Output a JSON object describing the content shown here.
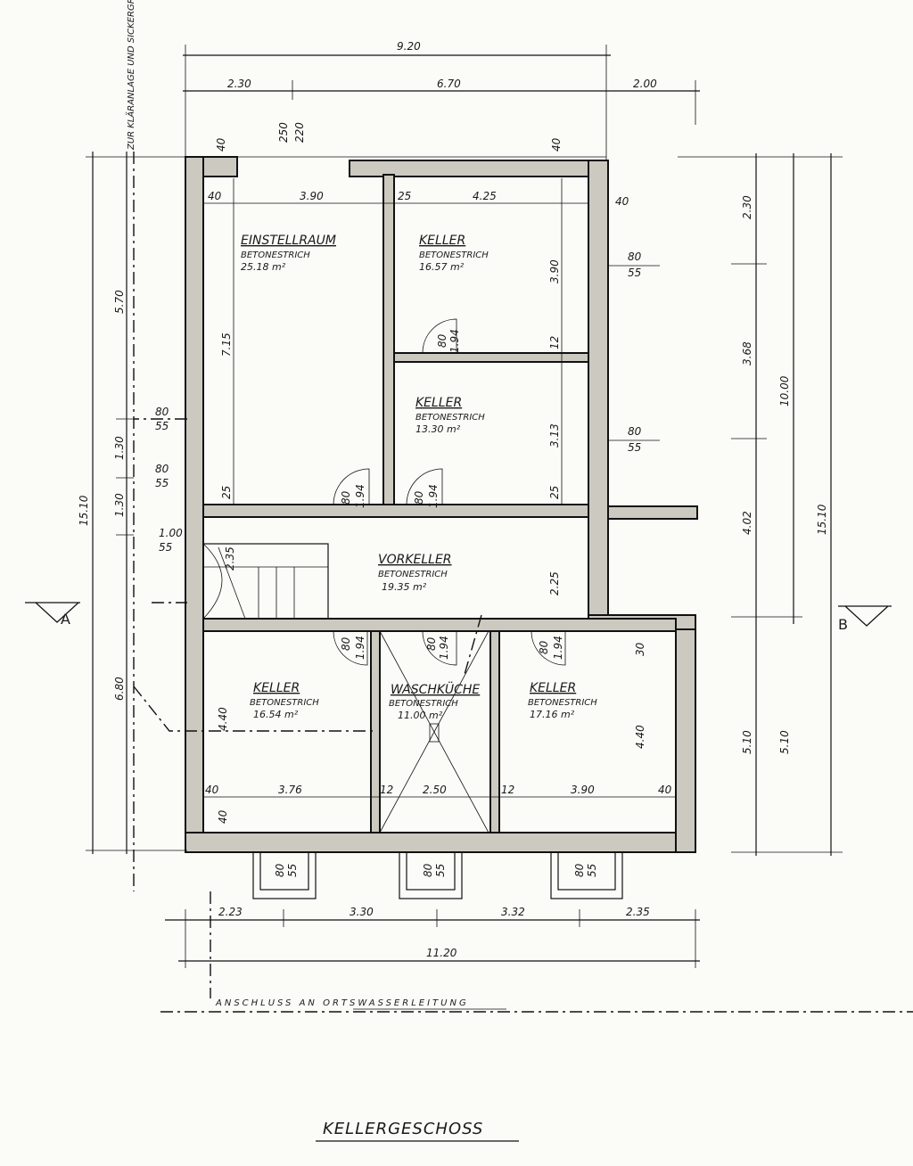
{
  "title": "KELLERGESCHOSS",
  "rooms": [
    {
      "name": "EINSTELLRAUM",
      "floor": "BETONESTRICH",
      "area": "25.18 m²"
    },
    {
      "name": "KELLER",
      "floor": "BETONESTRICH",
      "area": "16.57 m²"
    },
    {
      "name": "KELLER",
      "floor": "BETONESTRICH",
      "area": "13.30 m²"
    },
    {
      "name": "VORKELLER",
      "floor": "BETONESTRICH",
      "area": "19.35 m²"
    },
    {
      "name": "KELLER",
      "floor": "BETONESTRICH",
      "area": "16.54 m²"
    },
    {
      "name": "WASCHKÜCHE",
      "floor": "BETONESTRICH",
      "area": "11.00 m²"
    },
    {
      "name": "KELLER",
      "floor": "BETONESTRICH",
      "area": "17.16 m²"
    }
  ],
  "dims_top": {
    "overall": "9.20",
    "seg1": "2.30",
    "seg2": "6.70",
    "seg3": "2.00"
  },
  "dims_bottom": {
    "seg1": "2.23",
    "seg2": "3.30",
    "seg3": "3.32",
    "seg4": "2.35",
    "overall": "11.20"
  },
  "dims_right": {
    "d1": "2.30",
    "d2": "3.68",
    "d3": "4.02",
    "d4": "5.10",
    "d5": "5.10",
    "total1": "10.00",
    "total2": "15.10"
  },
  "dims_left": {
    "d1": "5.70",
    "d2": "1.30",
    "d3": "1.30",
    "d4": "6.80",
    "total": "15.10"
  },
  "interior": {
    "w40a": "40",
    "w40b": "40",
    "r1w": "3.90",
    "w25": "25",
    "r2w": "4.25",
    "w40c": "40",
    "h715": "7.15",
    "h390": "3.90",
    "h12": "12",
    "h313": "3.13",
    "w25b": "25",
    "w25c": "25",
    "h225": "2.25",
    "h440a": "4.40",
    "h440b": "4.40",
    "b40a": "40",
    "b376": "3.76",
    "b12a": "12",
    "b250": "2.50",
    "b12b": "12",
    "b390": "3.90",
    "b40b": "40",
    "t30": "30",
    "b40c": "40",
    "t250": "250",
    "t220": "220",
    "t40a": "40",
    "t40b": "40"
  },
  "openings": {
    "win80": "80",
    "win55": "55",
    "door80": "80",
    "door194": "1.94",
    "o100": "1.00",
    "o235": "2.35"
  },
  "notes": {
    "sewer": "ZUR KLÄRANLAGE UND SICKERGRUBE",
    "water": "ANSCHLUSS AN ORTSWASSERLEITUNG",
    "sectionA": "A",
    "sectionB": "B"
  }
}
